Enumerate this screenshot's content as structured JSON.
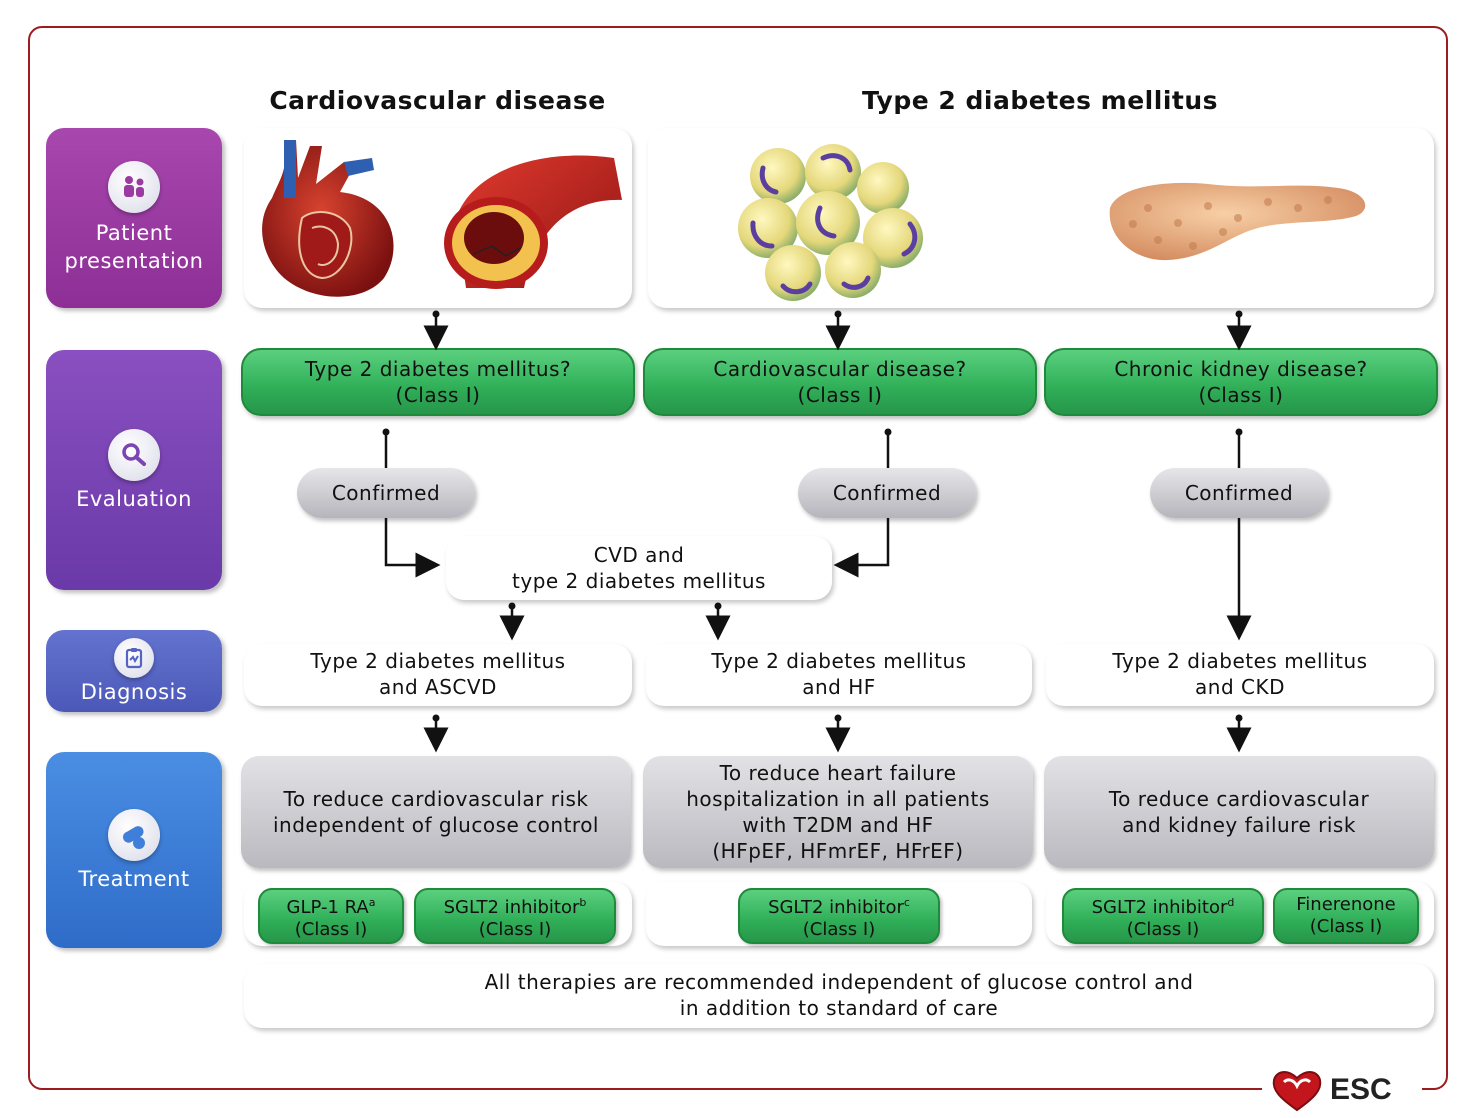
{
  "columns": {
    "cvd_title": "Cardiovascular disease",
    "t2dm_title": "Type 2 diabetes mellitus"
  },
  "side_labels": {
    "presentation": "Patient presentation",
    "evaluation": "Evaluation",
    "diagnosis": "Diagnosis",
    "treatment": "Treatment"
  },
  "evaluation": {
    "t2dm": {
      "line1": "Type 2 diabetes mellitus?",
      "line2": "(Class I)"
    },
    "cvd": {
      "line1": "Cardiovascular disease?",
      "line2": "(Class I)"
    },
    "ckd": {
      "line1": "Chronic kidney disease?",
      "line2": "(Class I)"
    },
    "confirmed": "Confirmed",
    "combined_line1": "CVD and",
    "combined_line2": "type 2 diabetes mellitus"
  },
  "diagnosis": {
    "ascvd": {
      "line1": "Type 2 diabetes mellitus",
      "line2": "and ASCVD"
    },
    "hf": {
      "line1": "Type 2 diabetes mellitus",
      "line2": "and HF"
    },
    "ckd": {
      "line1": "Type 2 diabetes mellitus",
      "line2": "and CKD"
    }
  },
  "treatment": {
    "goal_ascvd": {
      "line1": "To reduce cardiovascular risk",
      "line2": "independent of glucose control"
    },
    "goal_hf": {
      "line1": "To reduce heart failure",
      "line2": "hospitalization in all patients",
      "line3": "with T2DM and HF",
      "line4": "(HFpEF, HFmrEF, HFrEF)"
    },
    "goal_ckd": {
      "line1": "To reduce cardiovascular",
      "line2": "and kidney failure risk"
    },
    "drugs": {
      "glp1": {
        "name": "GLP-1 RA",
        "sup": "a",
        "cls": "(Class I)"
      },
      "sglt2_b": {
        "name": "SGLT2 inhibitor",
        "sup": "b",
        "cls": "(Class I)"
      },
      "sglt2_c": {
        "name": "SGLT2 inhibitor",
        "sup": "c",
        "cls": "(Class I)"
      },
      "sglt2_d": {
        "name": "SGLT2 inhibitor",
        "sup": "d",
        "cls": "(Class I)"
      },
      "finerenone": {
        "name": "Finerenone",
        "cls": "(Class I)"
      }
    }
  },
  "footer": {
    "line1": "All therapies are recommended independent of glucose control and",
    "line2": "in addition to standard of care"
  },
  "logo": {
    "text": "ESC"
  },
  "colors": {
    "frame": "#9b1b1e",
    "green": "#2fae57",
    "presentation": "#9c3aa3",
    "evaluation": "#7a45b2",
    "diagnosis": "#5564c4",
    "treatment": "#3f7fd9"
  }
}
